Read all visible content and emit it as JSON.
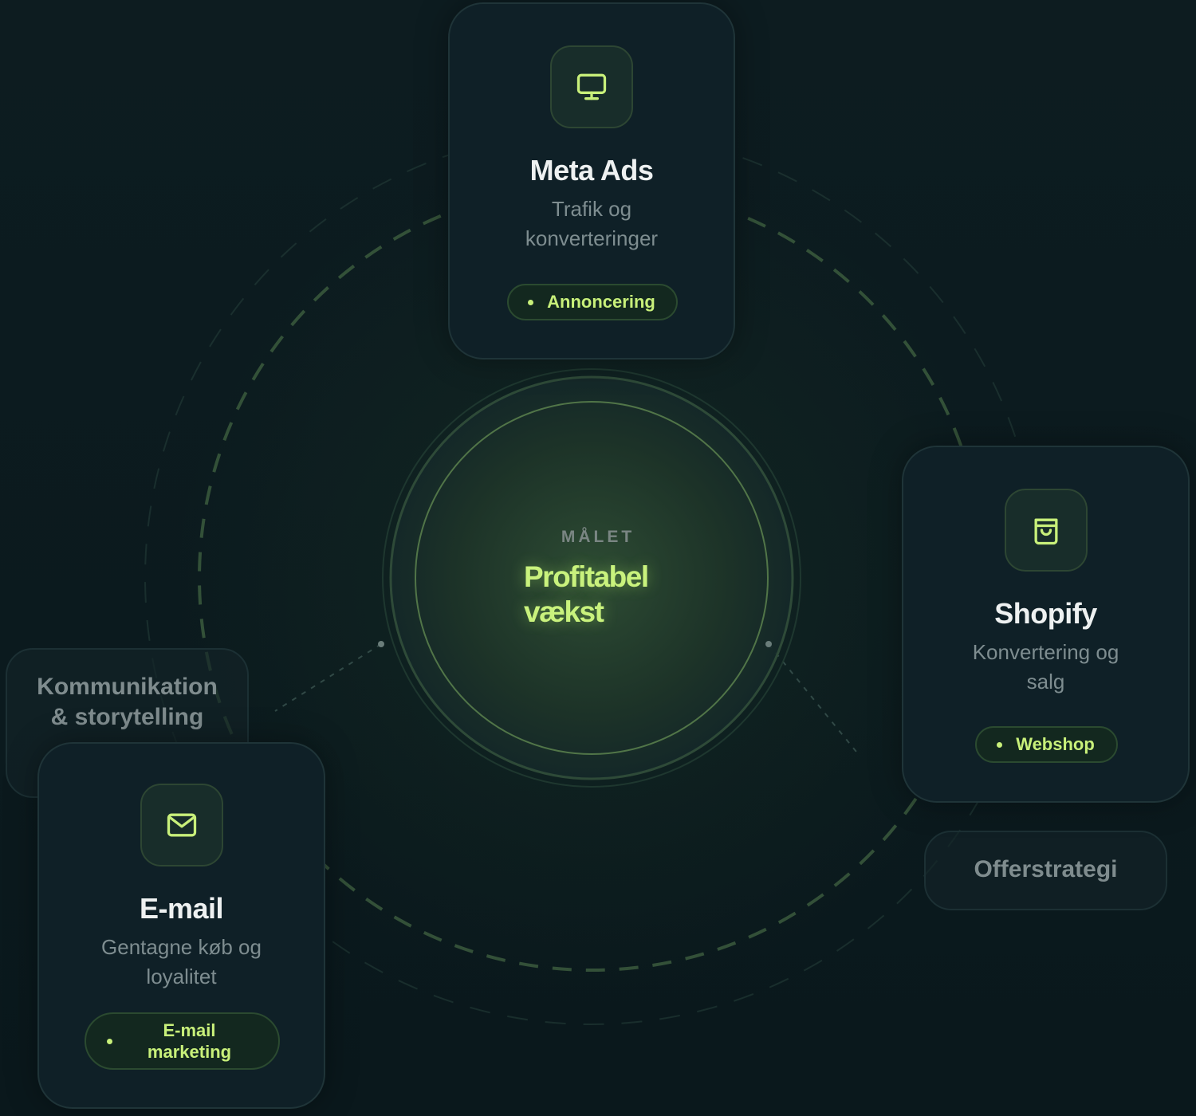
{
  "center": {
    "label": "MÅLET",
    "title_line1": "Profitabel",
    "title_line2": "vækst"
  },
  "cards": {
    "meta": {
      "icon": "monitor-icon",
      "title": "Meta Ads",
      "subtitle_line1": "Trafik og",
      "subtitle_line2": "konverteringer",
      "tag": "Annoncering"
    },
    "shopify": {
      "icon": "shopping-bag-icon",
      "title": "Shopify",
      "subtitle_line1": "Konvertering og",
      "subtitle_line2": "salg",
      "tag": "Webshop"
    },
    "email": {
      "icon": "mail-icon",
      "title": "E-mail",
      "subtitle_line1": "Gentagne køb og",
      "subtitle_line2": "loyalitet",
      "tag_line1": "E-mail",
      "tag_line2": "marketing"
    }
  },
  "ghost_cards": {
    "kommunikation_line1": "Kommunikation",
    "kommunikation_line2": "& storytelling",
    "offerstrategi": "Offerstrategi"
  },
  "colors": {
    "background": "#0c1a1e",
    "card": "#0f2027",
    "accent": "#c8f07a",
    "orbit": "#3a5a3e"
  }
}
